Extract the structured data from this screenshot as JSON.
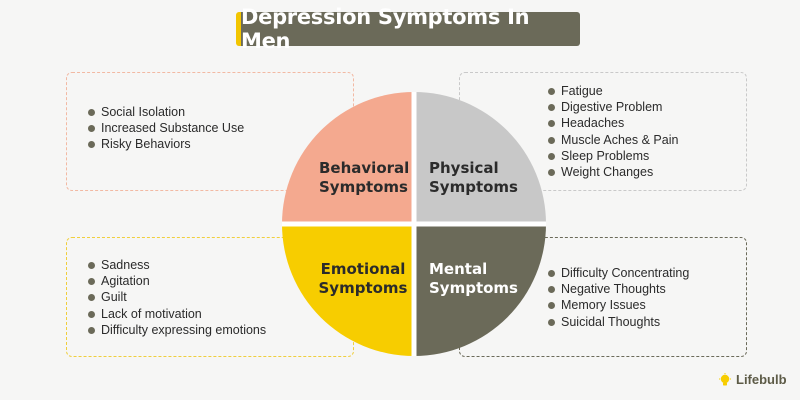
{
  "title": "Depression Symptoms In Men",
  "colors": {
    "title_bg": "#6b6a59",
    "title_accent": "#f2c500",
    "behavioral": "#f4a98f",
    "physical": "#c8c8c8",
    "emotional": "#f7cd00",
    "mental": "#6b6a59"
  },
  "quadrants": {
    "behavioral": {
      "label_line1": "Behavioral",
      "label_line2": "Symptoms",
      "items": [
        "Social Isolation",
        "Increased Substance Use",
        "Risky Behaviors"
      ]
    },
    "physical": {
      "label_line1": "Physical",
      "label_line2": "Symptoms",
      "items": [
        "Fatigue",
        "Digestive Problem",
        "Headaches",
        "Muscle Aches & Pain",
        "Sleep Problems",
        "Weight Changes"
      ]
    },
    "emotional": {
      "label_line1": "Emotional",
      "label_line2": "Symptoms",
      "items": [
        "Sadness",
        "Agitation",
        "Guilt",
        "Lack of motivation",
        "Difficulty expressing emotions"
      ]
    },
    "mental": {
      "label_line1": "Mental",
      "label_line2": "Symptoms",
      "items": [
        "Difficulty Concentrating",
        "Negative Thoughts",
        "Memory Issues",
        "Suicidal Thoughts"
      ]
    }
  },
  "logo": {
    "text": "Lifebulb",
    "icon": "lightbulb-icon"
  }
}
